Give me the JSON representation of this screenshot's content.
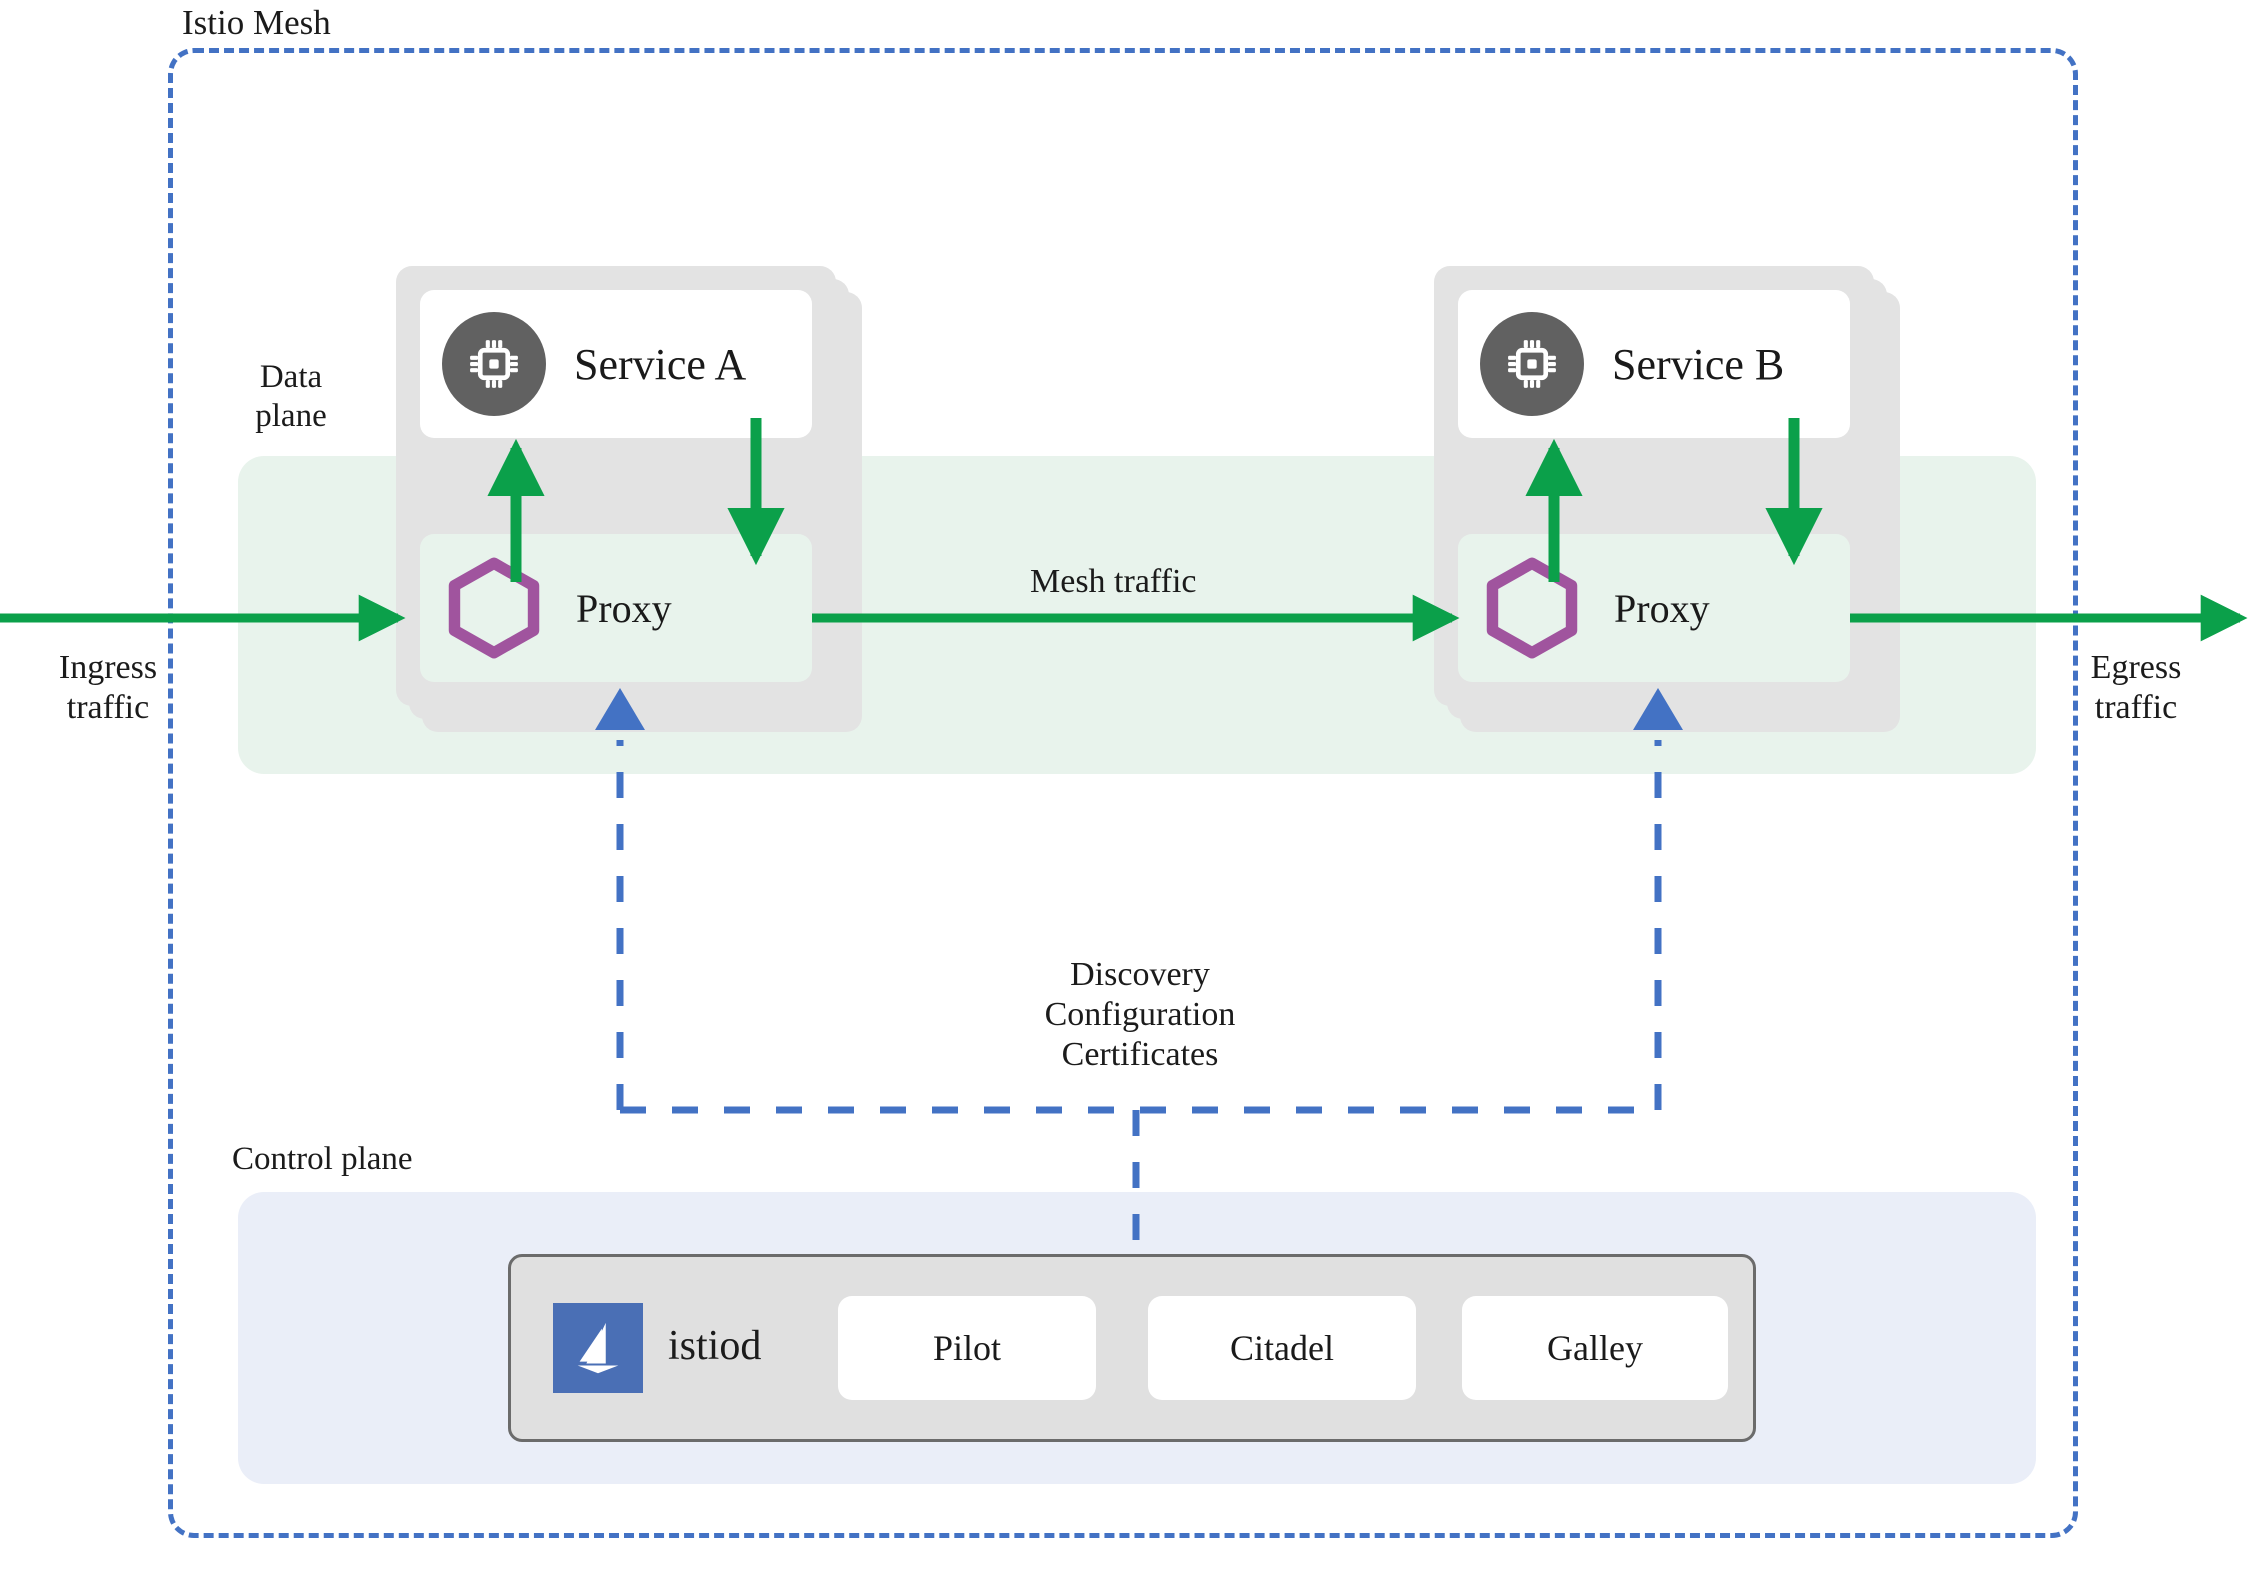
{
  "diagram": {
    "title": "Istio Mesh",
    "type": "architecture-diagram"
  },
  "labels": {
    "mesh_title": "Istio Mesh",
    "data_plane": "Data\nplane",
    "control_plane": "Control plane",
    "ingress_traffic": "Ingress\ntraffic",
    "egress_traffic": "Egress\ntraffic",
    "mesh_traffic": "Mesh traffic",
    "discovery_config": "Discovery\nConfiguration\nCertificates"
  },
  "pods": [
    {
      "id": "pod-a",
      "service_label": "Service A",
      "service_icon": "cpu-chip-icon",
      "proxy_label": "Proxy",
      "proxy_icon": "hexagon-icon"
    },
    {
      "id": "pod-b",
      "service_label": "Service B",
      "service_icon": "cpu-chip-icon",
      "proxy_label": "Proxy",
      "proxy_icon": "hexagon-icon"
    }
  ],
  "control_plane": {
    "logo_icon": "istio-sail-logo",
    "istiod_label": "istiod",
    "components": [
      {
        "label": "Pilot"
      },
      {
        "label": "Citadel"
      },
      {
        "label": "Galley"
      }
    ]
  },
  "colors": {
    "mesh_border": "#4372c4",
    "traffic_arrow": "#0ba04a",
    "data_plane_band": "#e8f3ec",
    "control_plane_panel": "#eaeef8",
    "pod_background": "#e3e3e3",
    "service_icon_bg": "#616161",
    "hexagon_stroke": "#a0549e",
    "istio_logo_bg": "#4a6fb5",
    "istiod_box_bg": "#e0e0e0",
    "dashed_arrow": "#4372c4"
  }
}
